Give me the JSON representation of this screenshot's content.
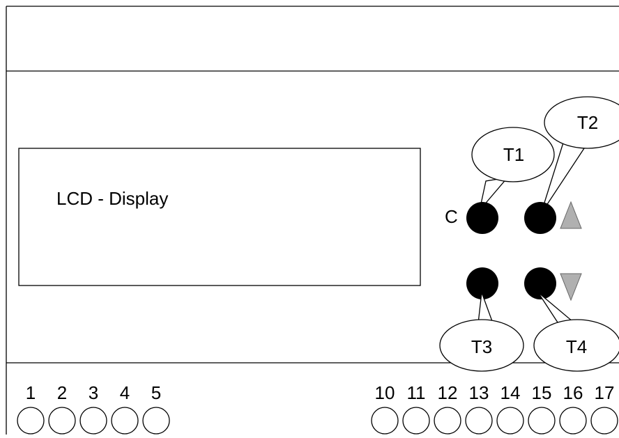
{
  "display": {
    "label": "LCD - Display"
  },
  "buttons": {
    "c_label": "C",
    "callouts": [
      "T1",
      "T2",
      "T3",
      "T4"
    ]
  },
  "arrows": {
    "up_color": "#b0b0b0",
    "down_color": "#b0b0b0"
  },
  "terminals": {
    "left": [
      "1",
      "2",
      "3",
      "4",
      "5"
    ],
    "right": [
      "10",
      "11",
      "12",
      "13",
      "14",
      "15",
      "16",
      "17"
    ]
  },
  "colors": {
    "line": "#000000",
    "button": "#000000",
    "background": "#ffffff"
  }
}
